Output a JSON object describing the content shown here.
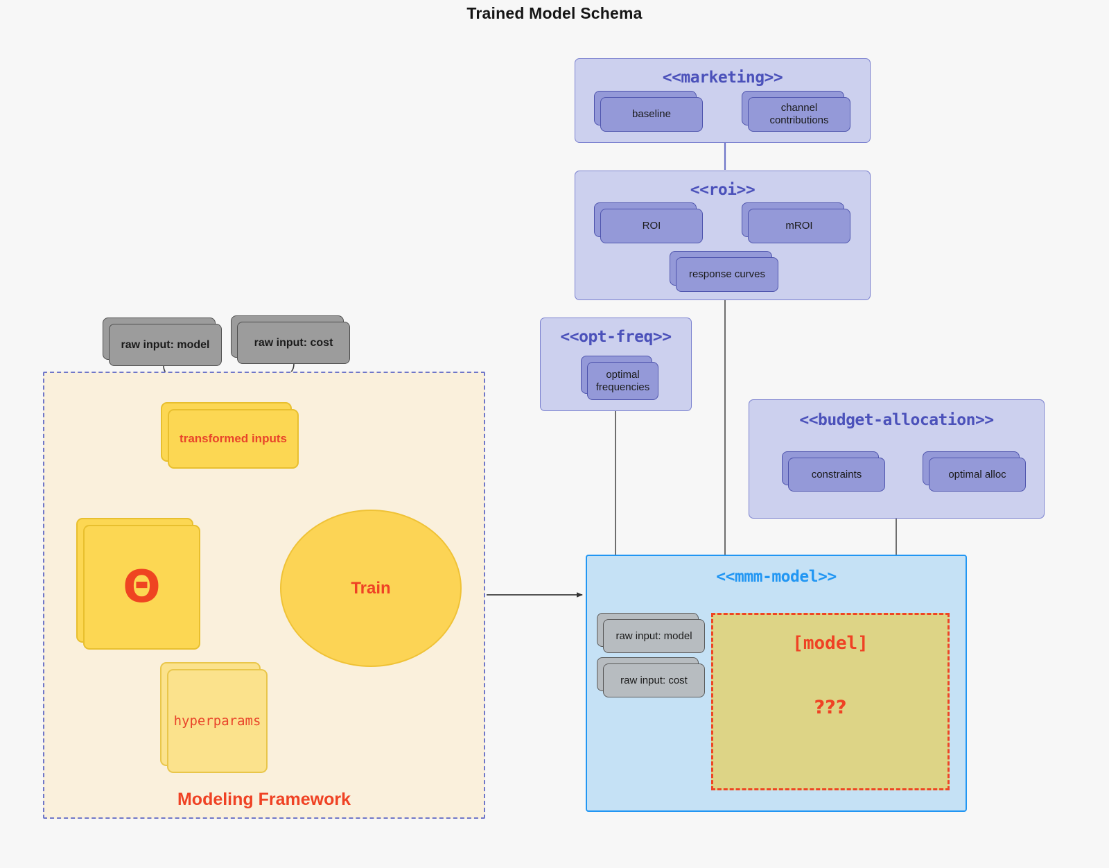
{
  "page": {
    "title": "Trained Model Schema",
    "background": "#f7f7f7"
  },
  "colors": {
    "package_fill": "#ccd0ee",
    "package_border": "#7a80cf",
    "package_title": "#4b51ba",
    "artifact_purple_fill": "#9499d8",
    "artifact_purple_border": "#4e54ad",
    "artifact_gray_fill": "#b7bcc0",
    "artifact_gray_dark_fill": "#9c9c9c",
    "artifact_yellow_fill": "#fcd753",
    "artifact_yellow_pale_fill": "#fbe28c",
    "mmm_fill": "#c5e1f5",
    "mmm_border": "#2196f3",
    "framework_fill": "#faf0dc",
    "framework_border": "#6f76c8",
    "accent_red": "#ef4224",
    "model_box_fill": "#ddd486",
    "model_box_border": "#ee4524",
    "edge_dark": "#4d4d4d",
    "edge_purple": "#6f76c8",
    "edge_red": "#ee4524"
  },
  "framework": {
    "label": "Modeling Framework",
    "raw_inputs": [
      {
        "label": "raw input: model"
      },
      {
        "label": "raw input: cost"
      }
    ],
    "transformed_inputs": {
      "label": "transformed inputs"
    },
    "theta": {
      "label": "Θ",
      "name": "theta"
    },
    "hyperparams": {
      "label": "hyperparams"
    },
    "train": {
      "label": "Train"
    }
  },
  "packages": [
    {
      "id": "marketing",
      "title": "<<marketing>>",
      "artifacts": [
        {
          "label": "baseline"
        },
        {
          "label": "channel contributions"
        }
      ],
      "link": "bidirectional"
    },
    {
      "id": "roi",
      "title": "<<roi>>",
      "artifacts": [
        {
          "label": "ROI"
        },
        {
          "label": "mROI"
        },
        {
          "label": "response curves"
        }
      ],
      "link": "bidirectional"
    },
    {
      "id": "opt-freq",
      "title": "<<opt-freq>>",
      "artifacts": [
        {
          "label": "optimal\nfrequencies",
          "line1": "optimal",
          "line2": "frequencies"
        }
      ]
    },
    {
      "id": "budget-allocation",
      "title": "<<budget-allocation>>",
      "artifacts": [
        {
          "label": "constraints"
        },
        {
          "label": "optimal alloc"
        }
      ],
      "link": "bidirectional"
    },
    {
      "id": "mmm-model",
      "title": "<<mmm-model>>",
      "artifacts": [
        {
          "label": "raw input: model"
        },
        {
          "label": "raw input: cost"
        }
      ],
      "model_placeholder": {
        "title": "[model]",
        "question": "???"
      }
    }
  ]
}
